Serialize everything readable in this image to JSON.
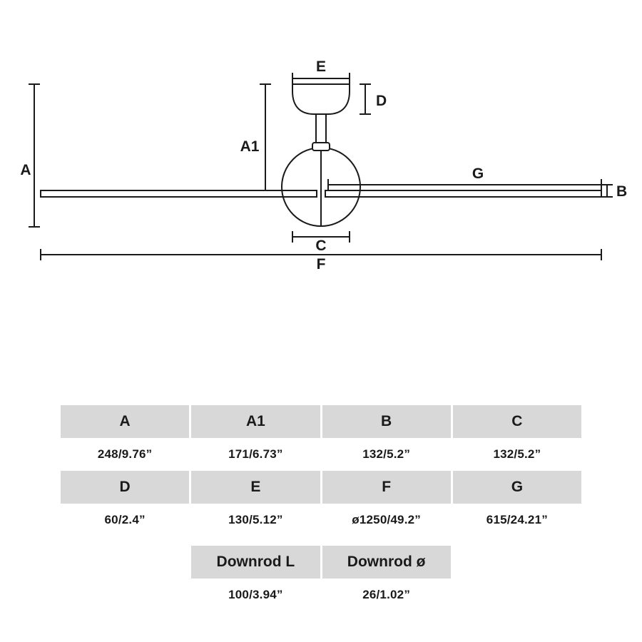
{
  "diagram": {
    "labels": {
      "A": "A",
      "A1": "A1",
      "B": "B",
      "C": "C",
      "D": "D",
      "E": "E",
      "F": "F",
      "G": "G"
    }
  },
  "table": {
    "row1": {
      "headers": [
        "A",
        "A1",
        "B",
        "C"
      ],
      "values": [
        "248/9.76”",
        "171/6.73”",
        "132/5.2”",
        "132/5.2”"
      ]
    },
    "row2": {
      "headers": [
        "D",
        "E",
        "F",
        "G"
      ],
      "values": [
        "60/2.4”",
        "130/5.12”",
        "ø1250/49.2”",
        "615/24.21”"
      ]
    },
    "row3": {
      "headers": [
        "Downrod L",
        "Downrod ø"
      ],
      "values": [
        "100/3.94”",
        "26/1.02”"
      ]
    }
  }
}
